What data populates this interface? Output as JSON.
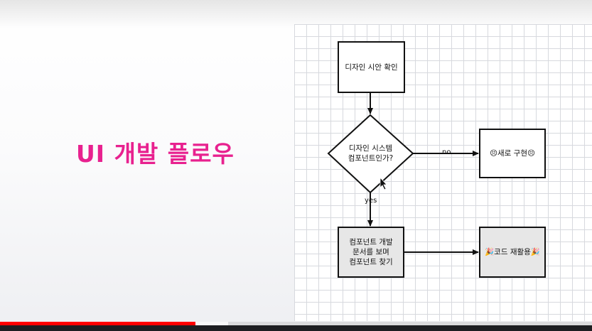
{
  "title": "UI 개발 플로우",
  "title_color": "#e8218f",
  "diagram": {
    "nodes": {
      "review": "디자인 시안 확인",
      "decision_line1": "디자인 시스템",
      "decision_line2": "컴포넌트인가?",
      "new_impl": "😣새로 구현😣",
      "docs_line1": "컴포넌트 개발",
      "docs_line2": "문서를 보며",
      "docs_line3": "컴포넌트 찾기",
      "reuse": "🎉코드 재활용🎉"
    },
    "edges": {
      "no": "no",
      "yes": "yes"
    }
  },
  "player": {
    "progress": 0.33,
    "buffered": 0.385,
    "progress_color": "#ff0000"
  }
}
